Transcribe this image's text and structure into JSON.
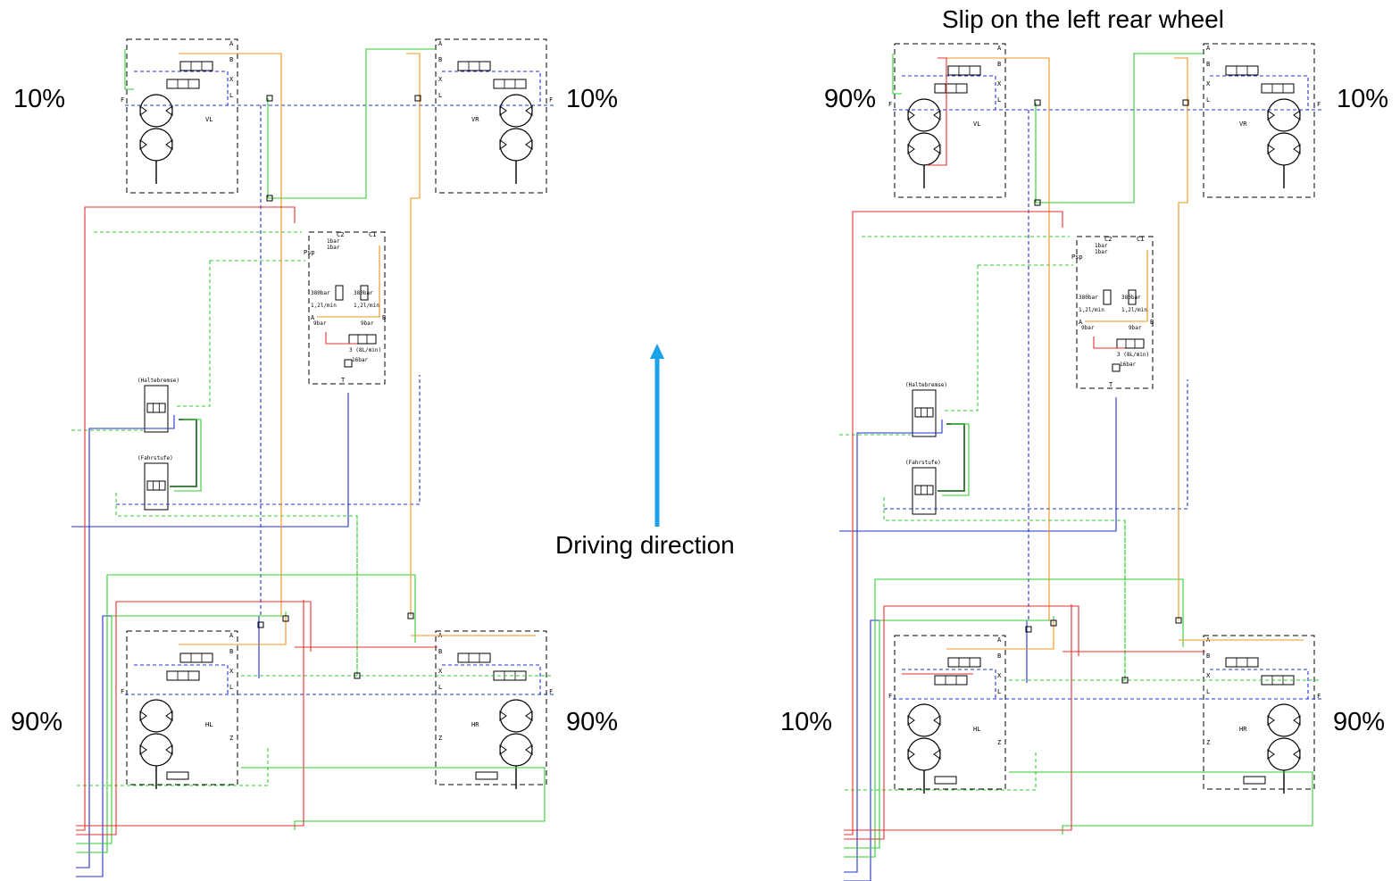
{
  "colors": {
    "red": "#e53030",
    "green": "#33cc33",
    "blue": "#2233cc",
    "orange": "#f0941d",
    "dark_green": "#2d6b2d",
    "line": "#000000",
    "arrow": "#1aa3e8"
  },
  "labels": {
    "slip_title": "Slip on the left rear wheel",
    "driving_direction": "Driving direction",
    "left": {
      "fl": "10%",
      "fr": "10%",
      "rl": "90%",
      "rr": "90%"
    },
    "right": {
      "fl": "90%",
      "fr": "10%",
      "rl": "10%",
      "rr": "90%"
    }
  },
  "schematic": {
    "wheels": {
      "fl": "VL",
      "fr": "VR",
      "rl": "HL",
      "rr": "HR"
    },
    "ports": [
      "A",
      "B",
      "X",
      "L",
      "Z",
      "F",
      "T",
      "C1",
      "C2",
      "Psp"
    ],
    "valve_block": {
      "pressure_a": "380bar",
      "pressure_b": "380bar",
      "flow_a": "1,2l/min",
      "flow_b": "1,2l/min",
      "check_a": "9bar",
      "check_b": "9bar",
      "small_a": "1bar",
      "small_b": "1bar",
      "relief": "16bar",
      "orifice": "(8L/min)",
      "orifice_id": "3"
    },
    "brake_valve": "(Haltebremse)",
    "drive_valve": "(Fahrstufe)"
  }
}
